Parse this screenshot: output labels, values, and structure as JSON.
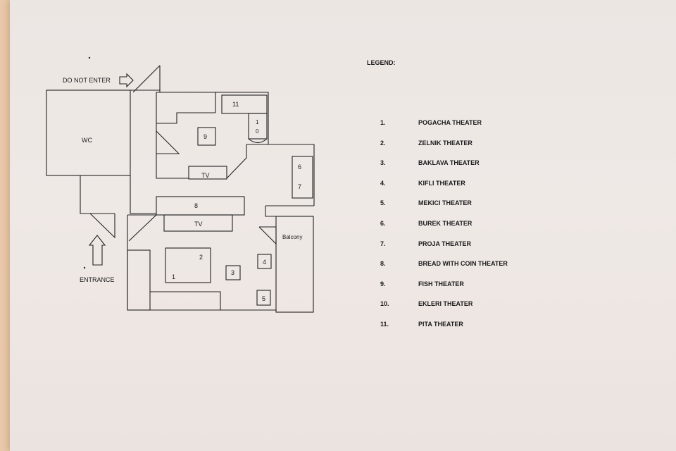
{
  "plan": {
    "do_not_enter": "DO NOT ENTER",
    "entrance": "ENTRANCE",
    "wc": "WC",
    "balcony": "Balcony",
    "tv_labels": [
      "TV",
      "TV"
    ],
    "room_numbers": {
      "r1": "1",
      "r2": "2",
      "r3": "3",
      "r4": "4",
      "r5": "5",
      "r6": "6",
      "r7": "7",
      "r8": "8",
      "r9": "9",
      "r10_top": "1",
      "r10_bottom": "0",
      "r11": "11"
    }
  },
  "legend": {
    "title": "LEGEND:",
    "items": [
      {
        "num": "1.",
        "name": "POGACHA THEATER"
      },
      {
        "num": "2.",
        "name": "ZELNIK THEATER"
      },
      {
        "num": "3.",
        "name": "BAKLAVA THEATER"
      },
      {
        "num": "4.",
        "name": "KIFLI THEATER"
      },
      {
        "num": "5.",
        "name": "MEKICI THEATER"
      },
      {
        "num": "6.",
        "name": "BUREK THEATER"
      },
      {
        "num": "7.",
        "name": "PROJA THEATER"
      },
      {
        "num": "8.",
        "name": "BREAD WITH COIN THEATER"
      },
      {
        "num": "9.",
        "name": "FISH THEATER"
      },
      {
        "num": "10.",
        "name": "EKLERI THEATER"
      },
      {
        "num": "11.",
        "name": "PITA THEATER"
      }
    ]
  }
}
